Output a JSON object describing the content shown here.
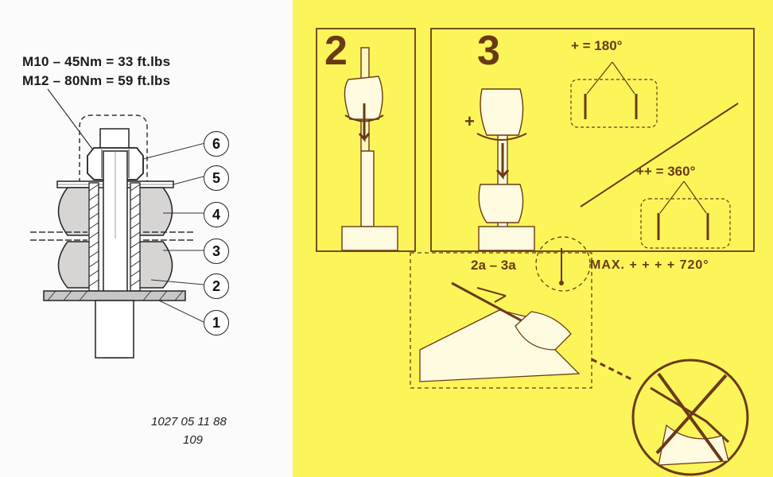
{
  "torque_spec": {
    "m10": "M10 – 45Nm = 33 ft.lbs",
    "m12": "M12 – 80Nm = 59 ft.lbs"
  },
  "callouts": [
    "6",
    "5",
    "4",
    "3",
    "2",
    "1"
  ],
  "doc_code": {
    "line1": "1027 05 11 88",
    "line2": "109"
  },
  "steps": {
    "step2": "2",
    "step3": "3",
    "step2a3a": "2a – 3a"
  },
  "rotation": {
    "plus_180": "+ = 180°",
    "plus_360": "++ = 360°",
    "max": "MAX. + + + + 720°",
    "plus_sign": "+"
  },
  "colors": {
    "yellow_bg": "#fbf55a",
    "brown_ink": "#6a3a14",
    "dark_ink": "#1a1a1a"
  }
}
